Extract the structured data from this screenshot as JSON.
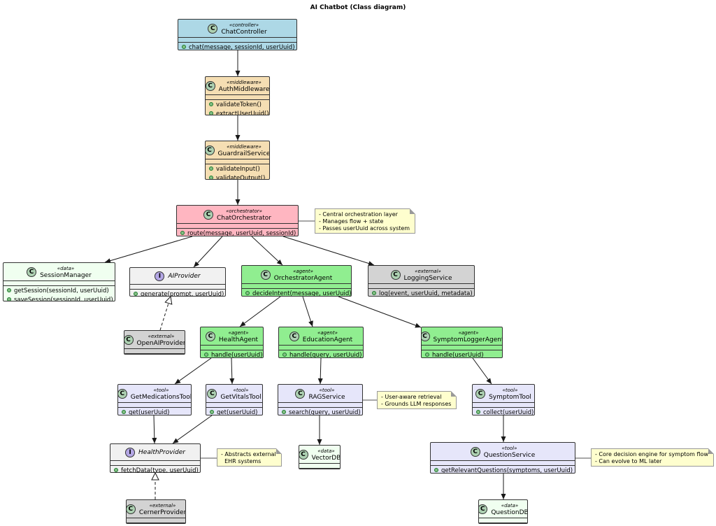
{
  "title": "AI Chatbot (Class diagram)",
  "colors": {
    "controller": "#add8e6",
    "middleware": "#f5deb3",
    "orchestrator": "#ffb6c1",
    "agent": "#90ee90",
    "tool": "#e6e6fa",
    "external": "#d3d3d3",
    "data": "#f0fff0",
    "interface": "#f1f1f1",
    "note": "#fefece"
  },
  "classes": {
    "chat_controller": {
      "stereotype": "«controller»",
      "name": "ChatController",
      "icon": "class-c-icon",
      "methods": [
        "chat(message, sessionId, userUuid)"
      ]
    },
    "auth_middleware": {
      "stereotype": "«middleware»",
      "name": "AuthMiddleware",
      "icon": "class-c-icon",
      "methods": [
        "validateToken()",
        "extractUserUuid()"
      ]
    },
    "guardrail_service": {
      "stereotype": "«middleware»",
      "name": "GuardrailService",
      "icon": "class-c-icon",
      "methods": [
        "validateInput()",
        "validateOutput()"
      ]
    },
    "chat_orchestrator": {
      "stereotype": "«orchestrator»",
      "name": "ChatOrchestrator",
      "icon": "class-c-icon",
      "methods": [
        "route(message, userUuid, sessionId)"
      ]
    },
    "session_manager": {
      "stereotype": "«data»",
      "name": "SessionManager",
      "icon": "class-c-icon",
      "methods": [
        "getSession(sessionId, userUuid)",
        "saveSession(sessionId, userUuid)"
      ]
    },
    "ai_provider": {
      "stereotype": "",
      "name": "AIProvider",
      "icon": "interface-i-icon",
      "methods": [
        "generate(prompt, userUuid)"
      ]
    },
    "orchestrator_agent": {
      "stereotype": "«agent»",
      "name": "OrchestratorAgent",
      "icon": "class-c-icon",
      "methods": [
        "decideIntent(message, userUuid)"
      ]
    },
    "logging_service": {
      "stereotype": "«external»",
      "name": "LoggingService",
      "icon": "class-c-icon",
      "methods": [
        "log(event, userUuid, metadata)"
      ]
    },
    "openai_provider": {
      "stereotype": "«external»",
      "name": "OpenAIProvider",
      "icon": "class-c-icon",
      "methods": []
    },
    "health_agent": {
      "stereotype": "«agent»",
      "name": "HealthAgent",
      "icon": "class-c-icon",
      "methods": [
        "handle(userUuid)"
      ]
    },
    "education_agent": {
      "stereotype": "«agent»",
      "name": "EducationAgent",
      "icon": "class-c-icon",
      "methods": [
        "handle(query, userUuid)"
      ]
    },
    "symptom_logger_agent": {
      "stereotype": "«agent»",
      "name": "SymptomLoggerAgent",
      "icon": "class-c-icon",
      "methods": [
        "handle(userUuid)"
      ]
    },
    "get_medications_tool": {
      "stereotype": "«tool»",
      "name": "GetMedicationsTool",
      "icon": "class-c-icon",
      "methods": [
        "get(userUuid)"
      ]
    },
    "get_vitals_tool": {
      "stereotype": "«tool»",
      "name": "GetVitalsTool",
      "icon": "class-c-icon",
      "methods": [
        "get(userUuid)"
      ]
    },
    "rag_service": {
      "stereotype": "«tool»",
      "name": "RAGService",
      "icon": "class-c-icon",
      "methods": [
        "search(query, userUuid)"
      ]
    },
    "symptom_tool": {
      "stereotype": "«tool»",
      "name": "SymptomTool",
      "icon": "class-c-icon",
      "methods": [
        "collect(userUuid)"
      ]
    },
    "health_provider": {
      "stereotype": "",
      "name": "HealthProvider",
      "icon": "interface-i-icon",
      "methods": [
        "fetchData(type, userUuid)"
      ]
    },
    "vector_db": {
      "stereotype": "«data»",
      "name": "VectorDB",
      "icon": "class-c-icon",
      "methods": []
    },
    "question_service": {
      "stereotype": "«tool»",
      "name": "QuestionService",
      "icon": "class-c-icon",
      "methods": [
        "getRelevantQuestions(symptoms, userUuid)"
      ]
    },
    "cerner_provider": {
      "stereotype": "«external»",
      "name": "CernerProvider",
      "icon": "class-c-icon",
      "methods": []
    },
    "question_db": {
      "stereotype": "«data»",
      "name": "QuestionDB",
      "icon": "class-c-icon",
      "methods": []
    }
  },
  "notes": {
    "orchestrator_note": [
      "- Central orchestration layer",
      "- Manages flow + state",
      "- Passes userUuid across system"
    ],
    "rag_note": [
      "- User-aware retrieval",
      "- Grounds LLM responses"
    ],
    "health_provider_note": [
      "- Abstracts external",
      "  EHR systems"
    ],
    "question_note": [
      "- Core decision engine for symptom flow",
      "- Can evolve to ML later"
    ]
  }
}
